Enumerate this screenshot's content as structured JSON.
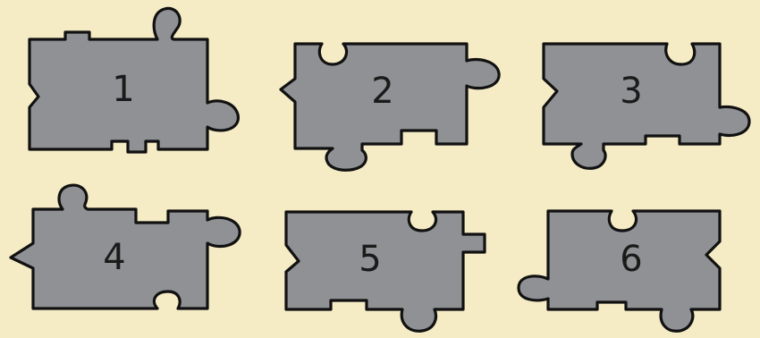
{
  "colors": {
    "background": "#f5ebc5",
    "piece_fill": "#8f9194",
    "piece_outline": "#111111",
    "label_text": "#1a1a1a"
  },
  "pieces": [
    {
      "label": "1"
    },
    {
      "label": "2"
    },
    {
      "label": "3"
    },
    {
      "label": "4"
    },
    {
      "label": "5"
    },
    {
      "label": "6"
    }
  ]
}
